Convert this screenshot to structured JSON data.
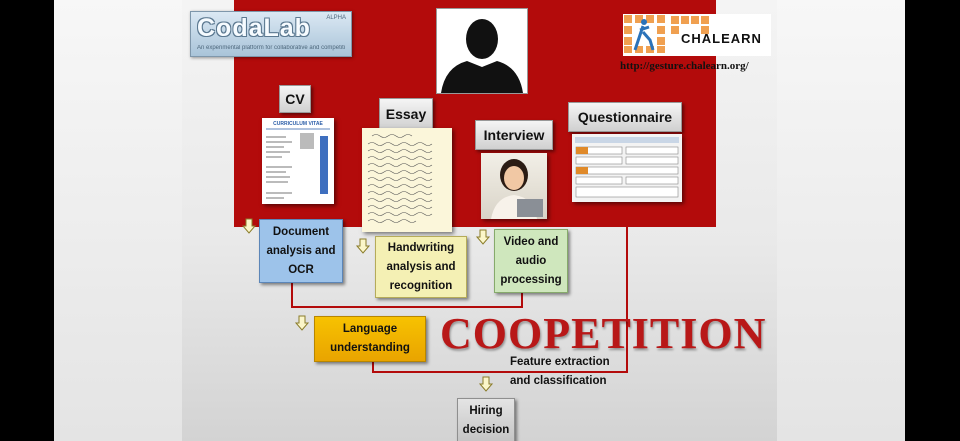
{
  "logo": {
    "brand": "CodaLab",
    "superscript": "ALPHA",
    "tagline": "An experimental platform for collaborative and competitive..."
  },
  "chalearn": {
    "logo_text": "CHALEARN",
    "url": "http://gesture.chalearn.org/"
  },
  "inputs": {
    "cv": "CV",
    "essay": "Essay",
    "interview": "Interview",
    "questionnaire": "Questionnaire"
  },
  "cv_doc": {
    "heading": "CURRICULUM VITAE"
  },
  "processes": {
    "document": [
      "Document",
      "analysis and",
      "OCR"
    ],
    "handwriting": [
      "Handwriting",
      "analysis and",
      "recognition"
    ],
    "video": [
      "Video and",
      "audio",
      "processing"
    ],
    "language": [
      "Language",
      "understanding"
    ],
    "hiring": [
      "Hiring",
      "decision"
    ]
  },
  "coopetition": "COOPETITION",
  "feature": [
    "Feature extraction",
    "and classification"
  ],
  "colors": {
    "red_panel": "#b30b0b",
    "blue_box": "#9dc3ea",
    "yellow_box": "#f4f0b4",
    "green_box": "#cfe7bd",
    "orange_box": "#f2b100",
    "gray_box": "#d6d6d6"
  }
}
